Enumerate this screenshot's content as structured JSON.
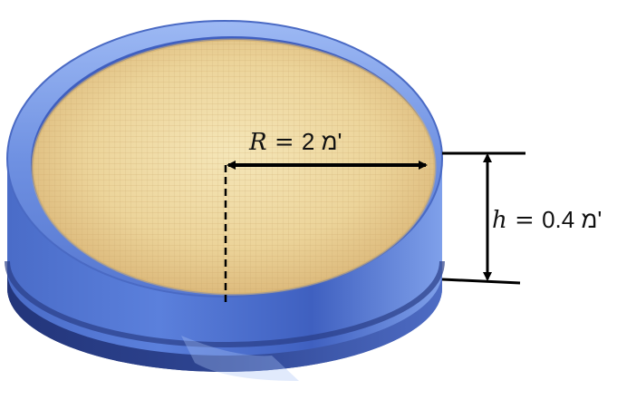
{
  "diagram": {
    "radius_label": {
      "symbol": "R",
      "operator": " = ",
      "value": "2 מ'"
    },
    "height_label": {
      "symbol": "h",
      "operator": " = ",
      "value": "0.4 מ'"
    }
  },
  "colors": {
    "rim_light": "#8fb0f0",
    "rim_mid": "#5a7fd8",
    "rim_dark": "#3550a8",
    "bottom_band": "#2b3f8a",
    "papyrus_light": "#f3e2b0",
    "papyrus_mid": "#e6c98a",
    "papyrus_dark": "#c9a465",
    "dimension_line": "#000000"
  }
}
